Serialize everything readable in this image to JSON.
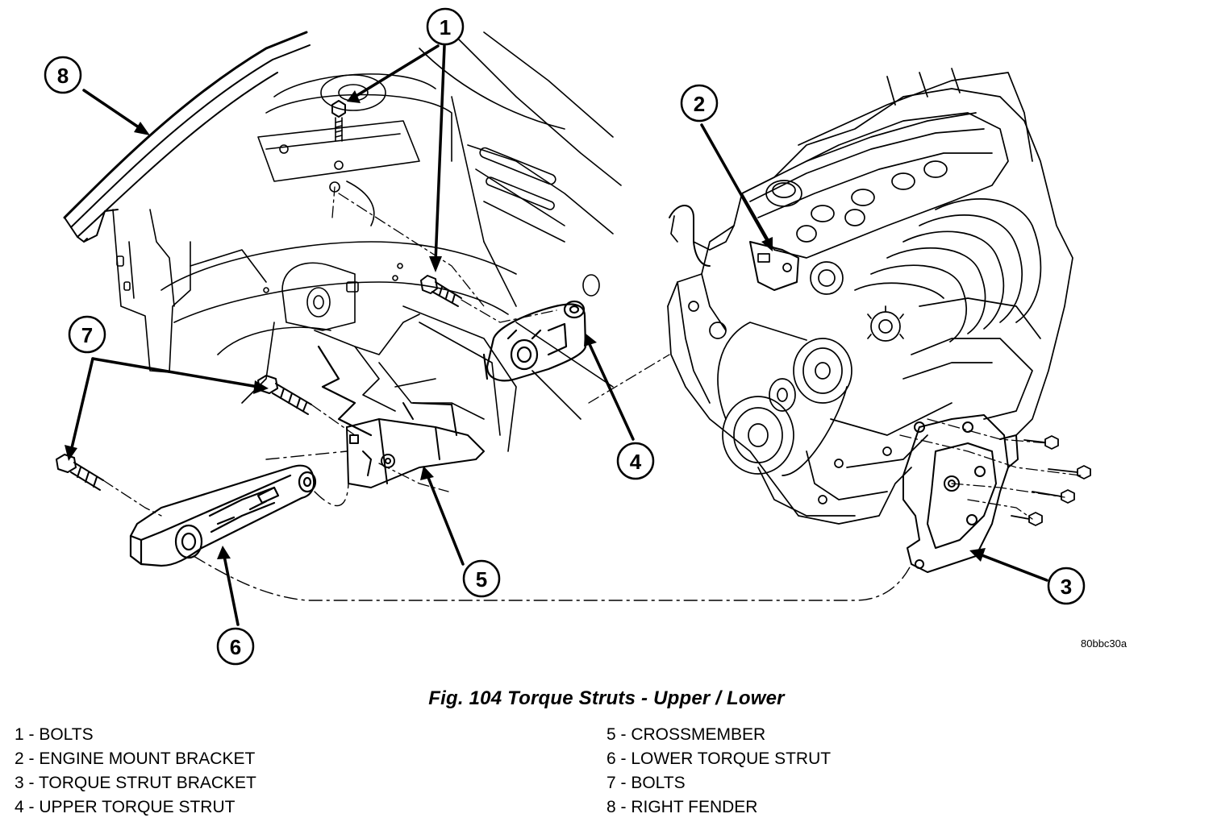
{
  "figure": {
    "caption": "Fig. 104 Torque Struts - Upper / Lower",
    "image_code": "80bbc30a",
    "callouts": [
      "1",
      "2",
      "3",
      "4",
      "5",
      "6",
      "7",
      "8"
    ]
  },
  "legend": {
    "left": [
      "1 - BOLTS",
      "2 - ENGINE MOUNT BRACKET",
      "3 - TORQUE STRUT BRACKET",
      "4 - UPPER TORQUE STRUT"
    ],
    "right": [
      "5 - CROSSMEMBER",
      "6 - LOWER TORQUE STRUT",
      "7 - BOLTS",
      "8 - RIGHT FENDER"
    ]
  },
  "colors": {
    "ink": "#000000",
    "paper": "#ffffff"
  }
}
